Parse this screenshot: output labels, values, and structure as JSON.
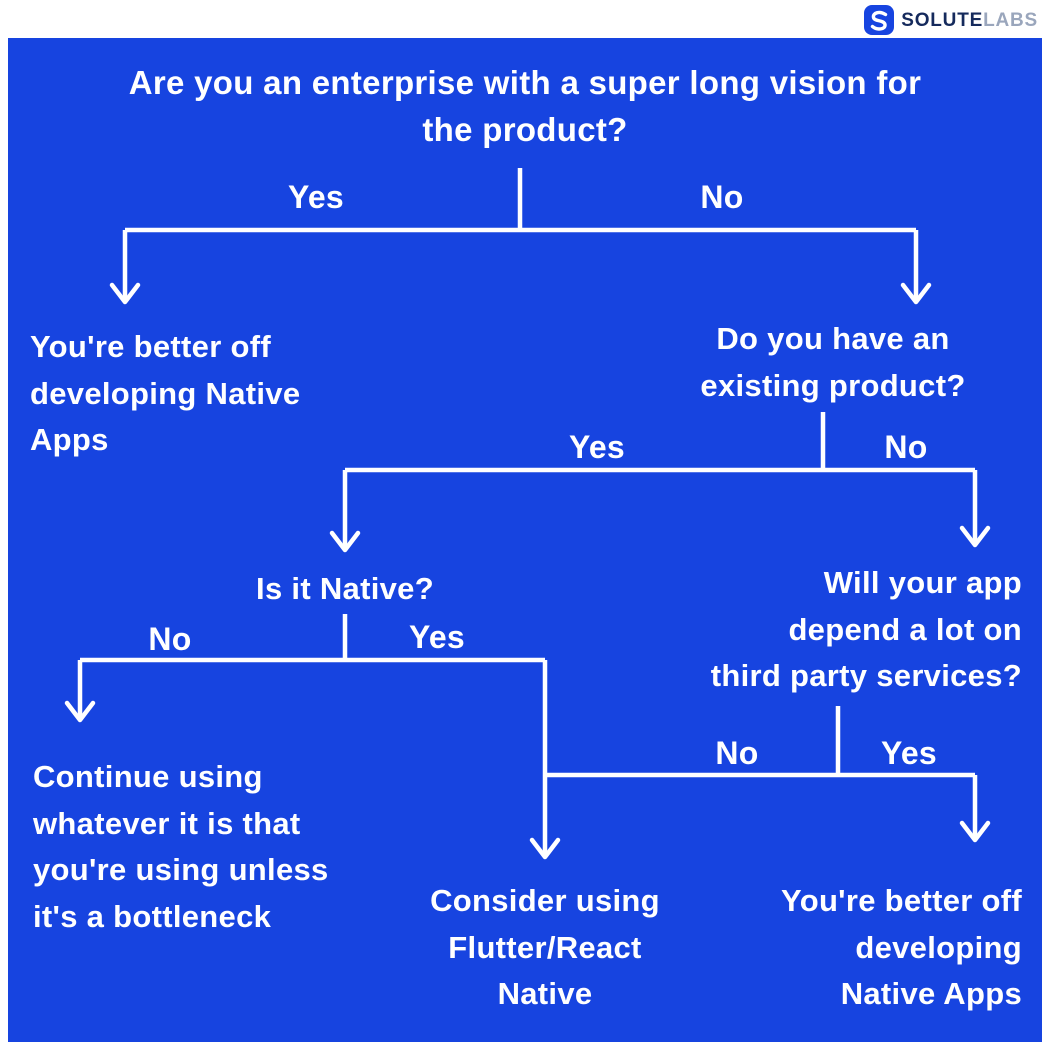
{
  "colors": {
    "background_blue": "#1744E0",
    "line_white": "#FFFFFF",
    "logo_dark_navy": "#152A5C",
    "logo_light_gray": "#9AA6BC"
  },
  "logo": {
    "brand_primary": "SOLUTE",
    "brand_secondary": "LABS"
  },
  "flow": {
    "root": {
      "question": "Are you an enterprise with a super long vision for\nthe product?"
    },
    "nodes": {
      "native_apps_left": "You're better off\ndeveloping Native\nApps",
      "existing_product": "Do you have an\nexisting product?",
      "is_it_native": "Is it Native?",
      "third_party": "Will your app\ndepend a lot on\nthird party services?",
      "continue_using": "Continue using\nwhatever it is that\nyou're using unless\nit's a bottleneck",
      "consider_flutter": "Consider using\nFlutter/React\nNative",
      "native_apps_right": "You're better off\ndeveloping\nNative Apps"
    },
    "edges": {
      "root_yes": "Yes",
      "root_no": "No",
      "existing_yes": "Yes",
      "existing_no": "No",
      "native_no": "No",
      "native_yes": "Yes",
      "thirdparty_no": "No",
      "thirdparty_yes": "Yes"
    }
  }
}
